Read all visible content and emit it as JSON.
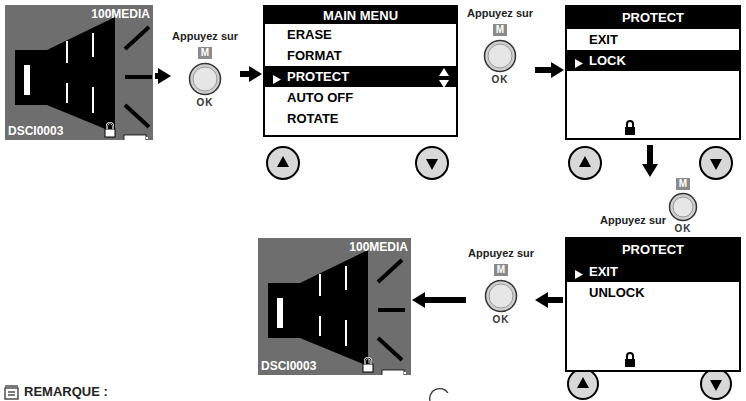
{
  "diagram": {
    "nodes": [
      {
        "text": [
          "100MEDIA",
          "DSCI0003"
        ]
      },
      {
        "text": [
          "Appuyez sur",
          "M",
          "OK"
        ]
      },
      {
        "text": [
          "MAIN MENU",
          "ERASE",
          "FORMAT",
          "PROTECT",
          "AUTO OFF",
          "ROTATE"
        ]
      },
      {
        "text": [
          "Appuyez sur",
          "M",
          "OK"
        ]
      },
      {
        "text": [
          "PROTECT",
          "EXIT",
          "LOCK"
        ]
      },
      {
        "text": [
          "Appuyez sur",
          "M",
          "OK"
        ]
      },
      {
        "text": [
          "PROTECT",
          "EXIT",
          "UNLOCK"
        ]
      },
      {
        "text": [
          "Appuyez sur",
          "M",
          "OK"
        ]
      },
      {
        "text": [
          "100MEDIA",
          "DSCI0003"
        ]
      }
    ],
    "edges": [
      {
        "from": 0,
        "to": 1,
        "arrow": "to"
      },
      {
        "from": 1,
        "to": 2,
        "arrow": "to"
      },
      {
        "from": 3,
        "to": 4,
        "arrow": "to"
      },
      {
        "from": 4,
        "to": 5,
        "arrow": "to"
      },
      {
        "from": 6,
        "to": 7,
        "arrow": "to"
      },
      {
        "from": 7,
        "to": 8,
        "arrow": "to"
      }
    ],
    "labels": [
      "REMARQUE :"
    ]
  }
}
